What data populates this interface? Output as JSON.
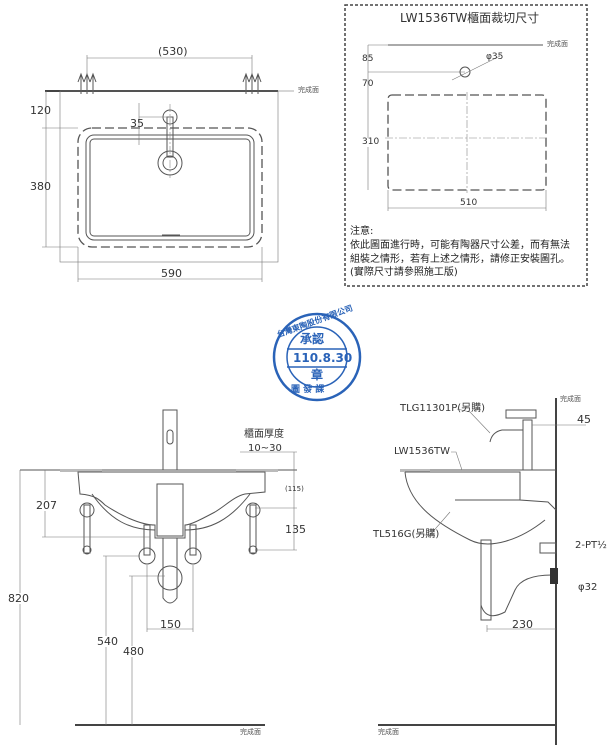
{
  "plan_view": {
    "finish_surface": "完成面",
    "dim_mount_spacing": "(530)",
    "dim_wall_to_bowl": "120",
    "dim_faucet_offset": "35",
    "dim_depth": "380",
    "dim_width": "590"
  },
  "cutout_box": {
    "title": "LW1536TW櫃面裁切尺寸",
    "finish_surface": "完成面",
    "dim_85": "85",
    "dim_hole": "φ35",
    "dim_70": "70",
    "dim_310": "310",
    "dim_510": "510",
    "note_title": "注意:",
    "note_lines": [
      "依此圖面進行時，可能有陶器尺寸公差，而有無法",
      "組裝之情形，若有上述之情形，請修正安裝圖孔。",
      "(實際尺寸請參照施工版)"
    ]
  },
  "stamp": {
    "company": "台灣東陶股份有限公司",
    "approval": "承認",
    "date": "110.8.30",
    "seal": "章",
    "dept": "圖 發 課",
    "color": "#2a63b8"
  },
  "front_view": {
    "counter_thickness_label": "櫃面厚度",
    "counter_thickness_value": "10~30",
    "dim_115": "(115)",
    "dim_135": "135",
    "dim_207": "207",
    "dim_820": "820",
    "dim_540": "540",
    "dim_480": "480",
    "dim_150": "150",
    "finish_surface": "完成面"
  },
  "side_view": {
    "finish_surface_wall": "完成面",
    "dim_45": "45",
    "faucet_label": "TLG11301P(另購)",
    "basin_label": "LW1536TW",
    "bracket_label": "TL516G(另購)",
    "supply_label": "2-PT½",
    "drain_label": "φ32",
    "dim_230": "230",
    "finish_surface_floor": "完成面"
  }
}
